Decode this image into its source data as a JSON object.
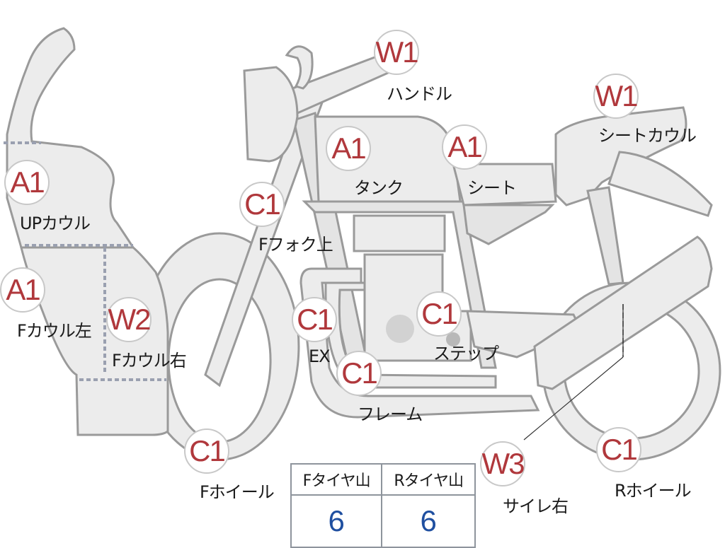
{
  "parts": [
    {
      "id": "handle",
      "code": "W1",
      "label": "ハンドル"
    },
    {
      "id": "seat-cowl",
      "code": "W1",
      "label": "シートカウル"
    },
    {
      "id": "tank",
      "code": "A1",
      "label": "タンク"
    },
    {
      "id": "seat",
      "code": "A1",
      "label": "シート"
    },
    {
      "id": "up-cowl",
      "code": "A1",
      "label": "UPカウル"
    },
    {
      "id": "f-cowl-left",
      "code": "A1",
      "label": "Fカウル左"
    },
    {
      "id": "f-cowl-right",
      "code": "W2",
      "label": "Fカウル右"
    },
    {
      "id": "f-fork-upper",
      "code": "C1",
      "label": "Fフォク上"
    },
    {
      "id": "ex",
      "code": "C1",
      "label": "EX"
    },
    {
      "id": "step",
      "code": "C1",
      "label": "ステップ"
    },
    {
      "id": "frame",
      "code": "C1",
      "label": "フレーム"
    },
    {
      "id": "f-wheel",
      "code": "C1",
      "label": "Fホイール"
    },
    {
      "id": "muffler-right",
      "code": "W3",
      "label": "サイレ右"
    },
    {
      "id": "r-wheel",
      "code": "C1",
      "label": "Rホイール"
    }
  ],
  "tread_depth": {
    "front_header": "Fタイヤ山",
    "rear_header": "Rタイヤ山",
    "front_value": "6",
    "rear_value": "6"
  },
  "colors": {
    "code_text": "#b0383c",
    "value_text": "#1f4fa0",
    "part_fill": "#ececec",
    "part_outline": "#9a9a9a"
  }
}
